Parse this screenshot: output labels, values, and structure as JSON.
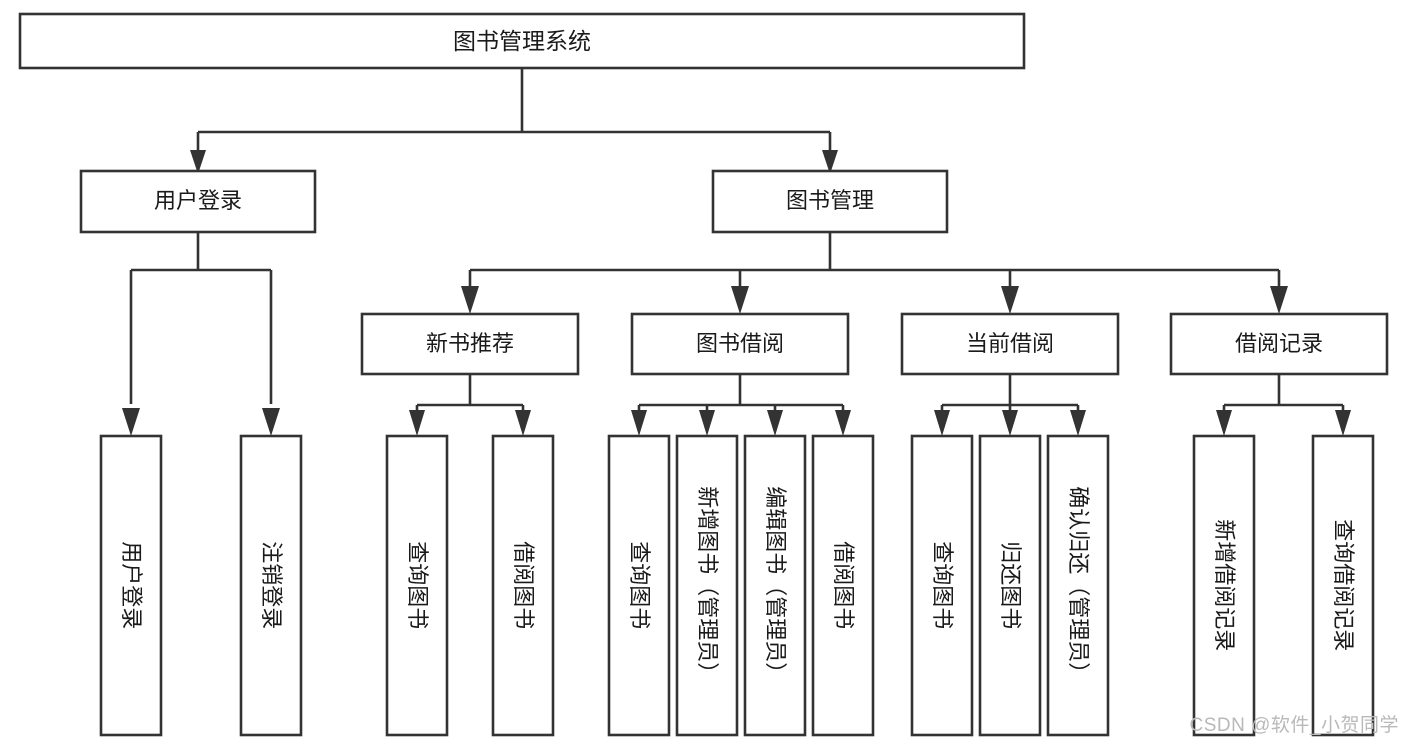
{
  "diagram": {
    "type": "tree-hierarchy-chart",
    "title": "图书管理系统",
    "watermark": "CSDN @软件_小贺同学",
    "colors": {
      "background": "#ffffff",
      "box_stroke": "#333333",
      "box_fill": "#ffffff",
      "connector": "#333333",
      "text": "#1a1a1a",
      "watermark_text": "#b9b9b9"
    },
    "root": {
      "label": "图书管理系统",
      "orientation": "horizontal"
    },
    "level1": [
      {
        "id": "user-login",
        "label": "用户登录",
        "orientation": "horizontal",
        "children": [
          {
            "id": "user-login-do",
            "label": "用户登录",
            "orientation": "vertical"
          },
          {
            "id": "user-logout",
            "label": "注销登录",
            "orientation": "vertical"
          }
        ]
      },
      {
        "id": "book-manage",
        "label": "图书管理",
        "orientation": "horizontal",
        "children": [
          {
            "id": "new-book-recommend",
            "label": "新书推荐",
            "orientation": "horizontal",
            "children": [
              {
                "id": "query-book-1",
                "label": "查询图书",
                "orientation": "vertical"
              },
              {
                "id": "borrow-book-1",
                "label": "借阅图书",
                "orientation": "vertical"
              }
            ]
          },
          {
            "id": "book-borrow",
            "label": "图书借阅",
            "orientation": "horizontal",
            "children": [
              {
                "id": "query-book-2",
                "label": "查询图书",
                "orientation": "vertical"
              },
              {
                "id": "add-book",
                "label": "新增图书（管理员）",
                "orientation": "vertical"
              },
              {
                "id": "edit-book",
                "label": "编辑图书（管理员）",
                "orientation": "vertical"
              },
              {
                "id": "borrow-book-2",
                "label": "借阅图书",
                "orientation": "vertical"
              }
            ]
          },
          {
            "id": "current-borrow",
            "label": "当前借阅",
            "orientation": "horizontal",
            "children": [
              {
                "id": "query-book-3",
                "label": "查询图书",
                "orientation": "vertical"
              },
              {
                "id": "return-book",
                "label": "归还图书",
                "orientation": "vertical"
              },
              {
                "id": "confirm-return",
                "label": "确认归还（管理员）",
                "orientation": "vertical"
              }
            ]
          },
          {
            "id": "borrow-record",
            "label": "借阅记录",
            "orientation": "horizontal",
            "children": [
              {
                "id": "add-borrow-record",
                "label": "新增借阅记录",
                "orientation": "vertical"
              },
              {
                "id": "query-borrow-record",
                "label": "查询借阅记录",
                "orientation": "vertical"
              }
            ]
          }
        ]
      }
    ]
  }
}
